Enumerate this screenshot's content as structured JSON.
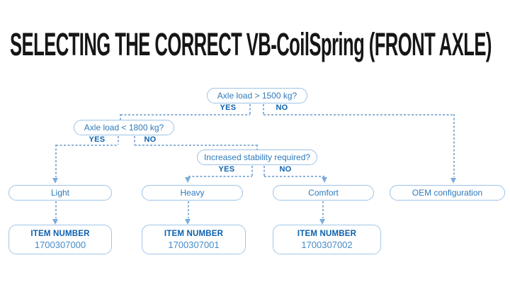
{
  "title": "SELECTING THE CORRECT VB-CoilSpring (FRONT AXLE)",
  "colors": {
    "title_text": "#161616",
    "box_border": "#9dc3e6",
    "box_text": "#2f7abc",
    "yes_no_text": "#0e63ae",
    "item_heading_text": "#0c60ae",
    "item_number_text": "#468bc8",
    "connector_line": "#8ab1da",
    "arrow_fill": "#7bacdd",
    "background": "#ffffff"
  },
  "flow": {
    "q1": {
      "label": "Axle load > 1500 kg?",
      "yes": "YES",
      "no": "NO"
    },
    "q2": {
      "label": "Axle load < 1800 kg?",
      "yes": "YES",
      "no": "NO"
    },
    "q3": {
      "label": "Increased stability required?",
      "yes": "YES",
      "no": "NO"
    },
    "options": {
      "light": "Light",
      "heavy": "Heavy",
      "comfort": "Comfort",
      "oem": "OEM configuration"
    },
    "results": [
      {
        "heading": "ITEM NUMBER",
        "number": "1700307000"
      },
      {
        "heading": "ITEM NUMBER",
        "number": "1700307001"
      },
      {
        "heading": "ITEM NUMBER",
        "number": "1700307002"
      }
    ]
  }
}
